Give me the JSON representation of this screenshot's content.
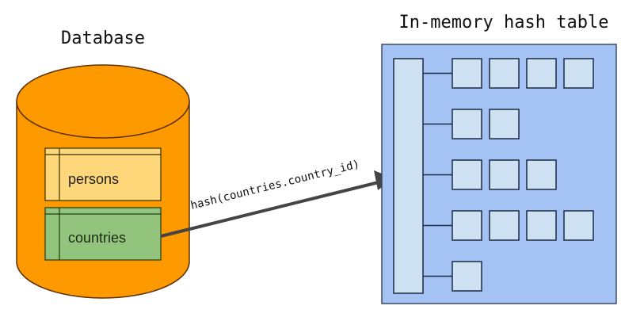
{
  "database": {
    "title": "Database",
    "tables": [
      {
        "name": "persons",
        "color": "#fdd77a"
      },
      {
        "name": "countries",
        "color": "#93c47d"
      }
    ],
    "color": "#ff9900"
  },
  "arrow": {
    "label": "hash(countries.country_id)"
  },
  "hash_table": {
    "title": "In-memory hash table",
    "color": "#a4c2f4",
    "bucket_color": "#cfe2f3",
    "chains": [
      4,
      2,
      3,
      4,
      1
    ]
  }
}
